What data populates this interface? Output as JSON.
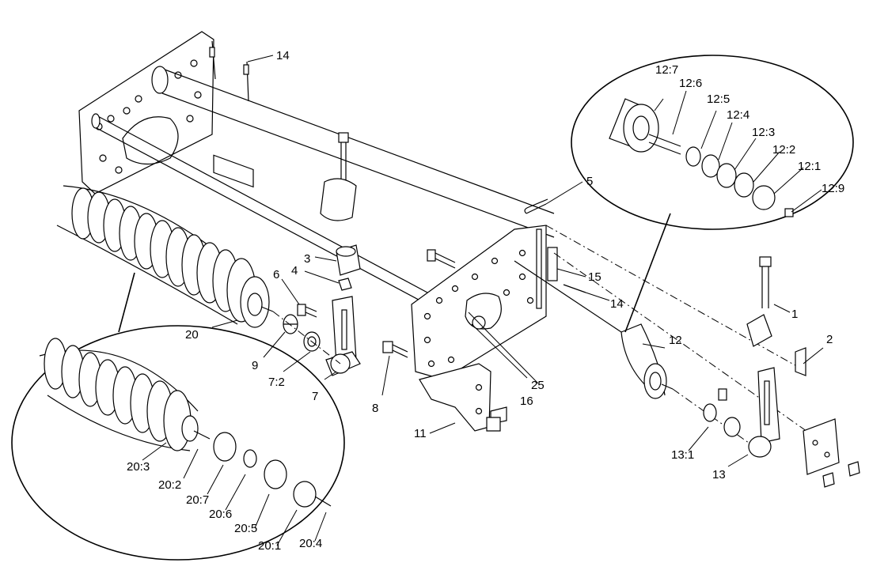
{
  "labels": {
    "l1": "1",
    "l2": "2",
    "l3": "3",
    "l4": "4",
    "l5": "5",
    "l6": "6",
    "l7": "7",
    "l7_2": "7:2",
    "l8": "8",
    "l9": "9",
    "l11": "11",
    "l12": "12",
    "l13": "13",
    "l13_1": "13:1",
    "l14a": "14",
    "l14b": "14",
    "l15": "15",
    "l16": "16",
    "l20": "20",
    "l25": "25",
    "l12_1": "12:1",
    "l12_2": "12:2",
    "l12_3": "12:3",
    "l12_4": "12:4",
    "l12_5": "12:5",
    "l12_6": "12:6",
    "l12_7": "12:7",
    "l12_9": "12:9",
    "l20_1": "20:1",
    "l20_2": "20:2",
    "l20_3": "20:3",
    "l20_4": "20:4",
    "l20_5": "20:5",
    "l20_6": "20:6",
    "l20_7": "20:7"
  },
  "colors": {
    "line": "#000000",
    "fill": "#ffffff",
    "shade": "#cfcfcf"
  }
}
